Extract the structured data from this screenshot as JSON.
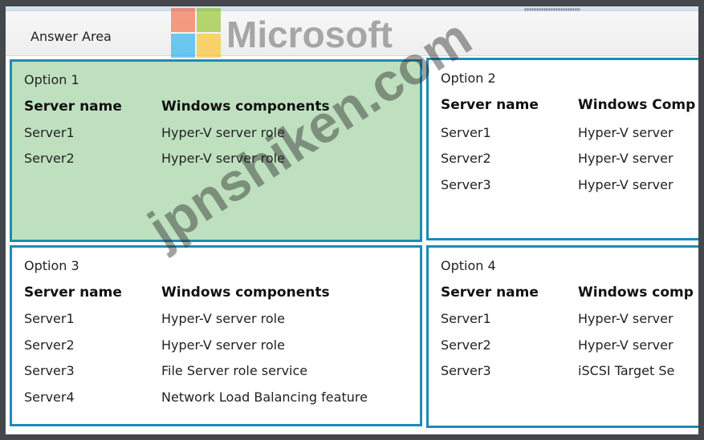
{
  "header": {
    "title": "Answer Area",
    "logo_text": "Microsoft",
    "logo_colors": [
      "#f25022",
      "#7fba00",
      "#00a4ef",
      "#ffb900"
    ]
  },
  "watermark": "jpnshiken.com",
  "colors": {
    "border": "#1e8bb5",
    "selected_bg": "#bfe0bf"
  },
  "options": [
    {
      "title": "Option 1",
      "selected": true,
      "col1": "Server name",
      "col2": "Windows components",
      "rows": [
        {
          "server": "Server1",
          "component": "Hyper-V server role"
        },
        {
          "server": "Server2",
          "component": "Hyper-V server role"
        }
      ]
    },
    {
      "title": "Option 2",
      "selected": false,
      "col1": "Server name",
      "col2": "Windows Comp",
      "rows": [
        {
          "server": "Server1",
          "component": "Hyper-V server"
        },
        {
          "server": "Server2",
          "component": "Hyper-V server"
        },
        {
          "server": "Server3",
          "component": "Hyper-V server"
        }
      ]
    },
    {
      "title": "Option 3",
      "selected": false,
      "col1": "Server name",
      "col2": "Windows components",
      "rows": [
        {
          "server": "Server1",
          "component": "Hyper-V server role"
        },
        {
          "server": "Server2",
          "component": "Hyper-V server role"
        },
        {
          "server": "Server3",
          "component": "File Server role service"
        },
        {
          "server": "Server4",
          "component": "Network Load Balancing feature"
        }
      ]
    },
    {
      "title": "Option 4",
      "selected": false,
      "col1": "Server name",
      "col2": "Windows comp",
      "rows": [
        {
          "server": "Server1",
          "component": "Hyper-V server"
        },
        {
          "server": "Server2",
          "component": "Hyper-V server"
        },
        {
          "server": "Server3",
          "component": "iSCSI Target Se"
        }
      ]
    }
  ]
}
